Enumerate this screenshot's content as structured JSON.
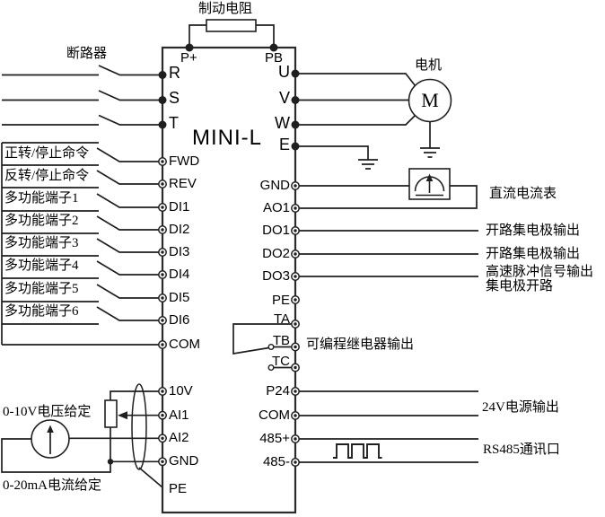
{
  "title": {
    "model": "MINI-L"
  },
  "colors": {
    "line": "#1f1f1f",
    "background": "#ffffff"
  },
  "brake": {
    "label": "制动电阻"
  },
  "dc_terminals": {
    "p_plus": "P+",
    "pb": "PB"
  },
  "breaker": {
    "label": "断路器"
  },
  "power_in": {
    "r": "R",
    "s": "S",
    "t": "T"
  },
  "control": {
    "rows": [
      {
        "label": "正转/停止命令",
        "terminal": "FWD"
      },
      {
        "label": "反转/停止命令",
        "terminal": "REV"
      },
      {
        "label": "多功能端子1",
        "terminal": "DI1"
      },
      {
        "label": "多功能端子2",
        "terminal": "DI2"
      },
      {
        "label": "多功能端子3",
        "terminal": "DI3"
      },
      {
        "label": "多功能端子4",
        "terminal": "DI4"
      },
      {
        "label": "多功能端子5",
        "terminal": "DI5"
      },
      {
        "label": "多功能端子6",
        "terminal": "DI6"
      }
    ],
    "common_terminal": "COM"
  },
  "analog_in": {
    "voltage_ref_label": "0-10V电压给定",
    "current_ref_label": "0-20mA电流给定",
    "terminals": [
      "10V",
      "AI1",
      "AI2",
      "GND",
      "PE"
    ]
  },
  "motor": {
    "label": "电机",
    "symbol": "M",
    "terminals": [
      "U",
      "V",
      "W",
      "E"
    ]
  },
  "analog_out": {
    "terminals": [
      "GND",
      "AO1"
    ],
    "meter_label": "直流电流表"
  },
  "digital_out": {
    "terminals": [
      "DO1",
      "DO2",
      "DO3"
    ],
    "do1_label": "开路集电极输出",
    "do2_label": "开路集电极输出",
    "do3_label_line1": "高速脉冲信号输出",
    "do3_label_line2": "集电极开路"
  },
  "relay": {
    "terminals": [
      "PE",
      "TA",
      "TB",
      "TC"
    ],
    "label": "可编程继电器输出"
  },
  "power_out": {
    "terminals": [
      "P24",
      "COM"
    ],
    "label": "24V电源输出"
  },
  "comm": {
    "terminals": [
      "485+",
      "485-"
    ],
    "label": "RS485通讯口"
  }
}
